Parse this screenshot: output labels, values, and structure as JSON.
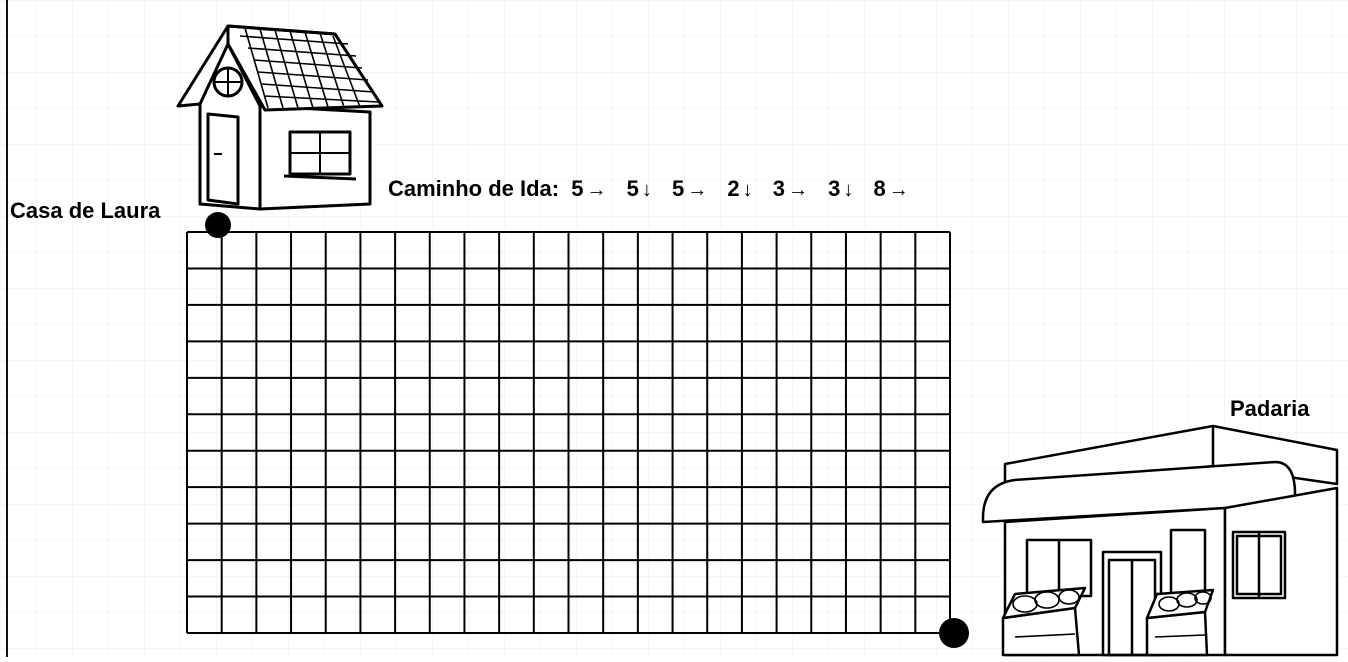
{
  "home_label": "Casa de Laura",
  "bakery_label": "Padaria",
  "route": {
    "prefix": "Caminho de Ida:",
    "steps": [
      {
        "count": "5",
        "arrow": "→",
        "direction": "right"
      },
      {
        "count": "5",
        "arrow": "↓",
        "direction": "down"
      },
      {
        "count": "5",
        "arrow": "→",
        "direction": "right"
      },
      {
        "count": "2",
        "arrow": "↓",
        "direction": "down"
      },
      {
        "count": "3",
        "arrow": "→",
        "direction": "right"
      },
      {
        "count": "3",
        "arrow": "↓",
        "direction": "down"
      },
      {
        "count": "8",
        "arrow": "→",
        "direction": "right"
      }
    ]
  },
  "grid": {
    "columns": 22,
    "rows": 11,
    "line_color": "#000000"
  },
  "colors": {
    "background": "#ffffff",
    "ink": "#000000"
  },
  "icons": {
    "house": "house-icon",
    "bakery": "bakery-icon",
    "start_marker": "start-dot-icon",
    "end_marker": "end-dot-icon"
  }
}
